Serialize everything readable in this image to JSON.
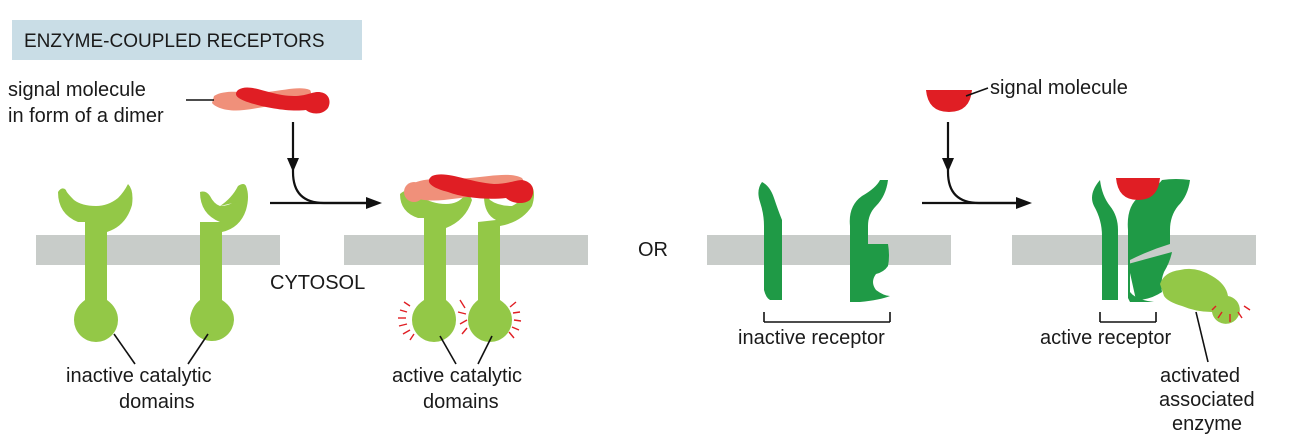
{
  "title": "ENZYME-COUPLED RECEPTORS",
  "labels": {
    "signal_dimer_line1": "signal molecule",
    "signal_dimer_line2": "in form of a dimer",
    "cytosol": "CYTOSOL",
    "or": "OR",
    "signal_molecule": "signal molecule",
    "inactive_catalytic_line1": "inactive catalytic",
    "inactive_catalytic_line2": "domains",
    "active_catalytic_line1": "active catalytic",
    "active_catalytic_line2": "domains",
    "inactive_receptor": "inactive receptor",
    "active_receptor": "active receptor",
    "activated_enzyme_line1": "activated",
    "activated_enzyme_line2": "associated",
    "activated_enzyme_line3": "enzyme"
  },
  "colors": {
    "title_background": "#c9dde6",
    "membrane": "#c8ccc9",
    "receptor_light_green": "#93c847",
    "receptor_dark_green": "#1f9a46",
    "signal_red": "#e01e24",
    "signal_pink": "#f0907a"
  }
}
